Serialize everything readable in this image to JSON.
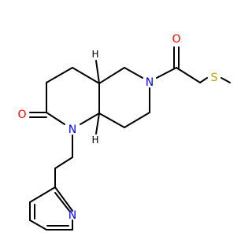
{
  "colors": {
    "bond": "#000000",
    "nitrogen": "#0000ff",
    "oxygen": "#ff0000",
    "sulfur": "#b8a100",
    "carbon_label": "#000000"
  },
  "labels": {
    "ring_nitrogen": "N",
    "amide_nitrogen": "N",
    "pyridine_nitrogen": "N",
    "lactam_oxygen": "O",
    "acyl_oxygen": "O",
    "sulfur": "S",
    "stereo_h_upper": "H",
    "stereo_h_lower": "H"
  }
}
